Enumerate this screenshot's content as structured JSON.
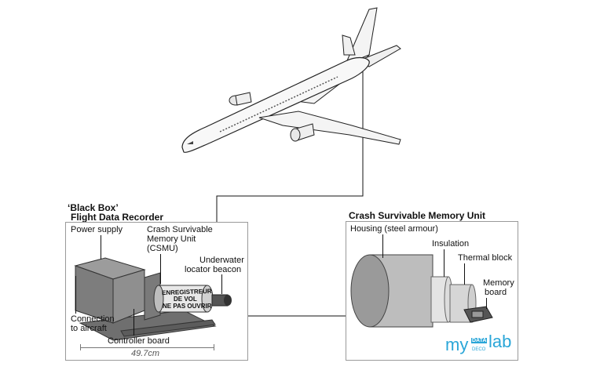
{
  "recorder": {
    "title_line1": "‘Black Box’",
    "title_line2": "Flight Data Recorder",
    "power_supply": "Power supply",
    "csmu_line1": "Crash Survivable",
    "csmu_line2": "Memory Unit",
    "csmu_line3": "(CSMU)",
    "beacon_line1": "Underwater",
    "beacon_line2": "locator beacon",
    "connection_line1": "Connection",
    "connection_line2": "to aircraft",
    "controller": "Controller board",
    "dimension": "49.7cm",
    "device_text_1": "ENREGISTREUR",
    "device_text_2": "DE VOL",
    "device_text_3": "NE PAS OUVRIR"
  },
  "memory_unit": {
    "title": "Crash Survivable Memory Unit",
    "housing": "Housing (steel armour)",
    "insulation": "Insulation",
    "thermal": "Thermal block",
    "memory_line1": "Memory",
    "memory_line2": "board"
  },
  "watermark": {
    "word_my": "my",
    "word_data": "DATA",
    "word_lab": "lab",
    "word_deco": "DECO"
  },
  "colors": {
    "line": "#111111",
    "panel_border": "#9a9a9a",
    "device_grey": "#8e8e8e",
    "watermark_blue": "#2aa6d8"
  }
}
